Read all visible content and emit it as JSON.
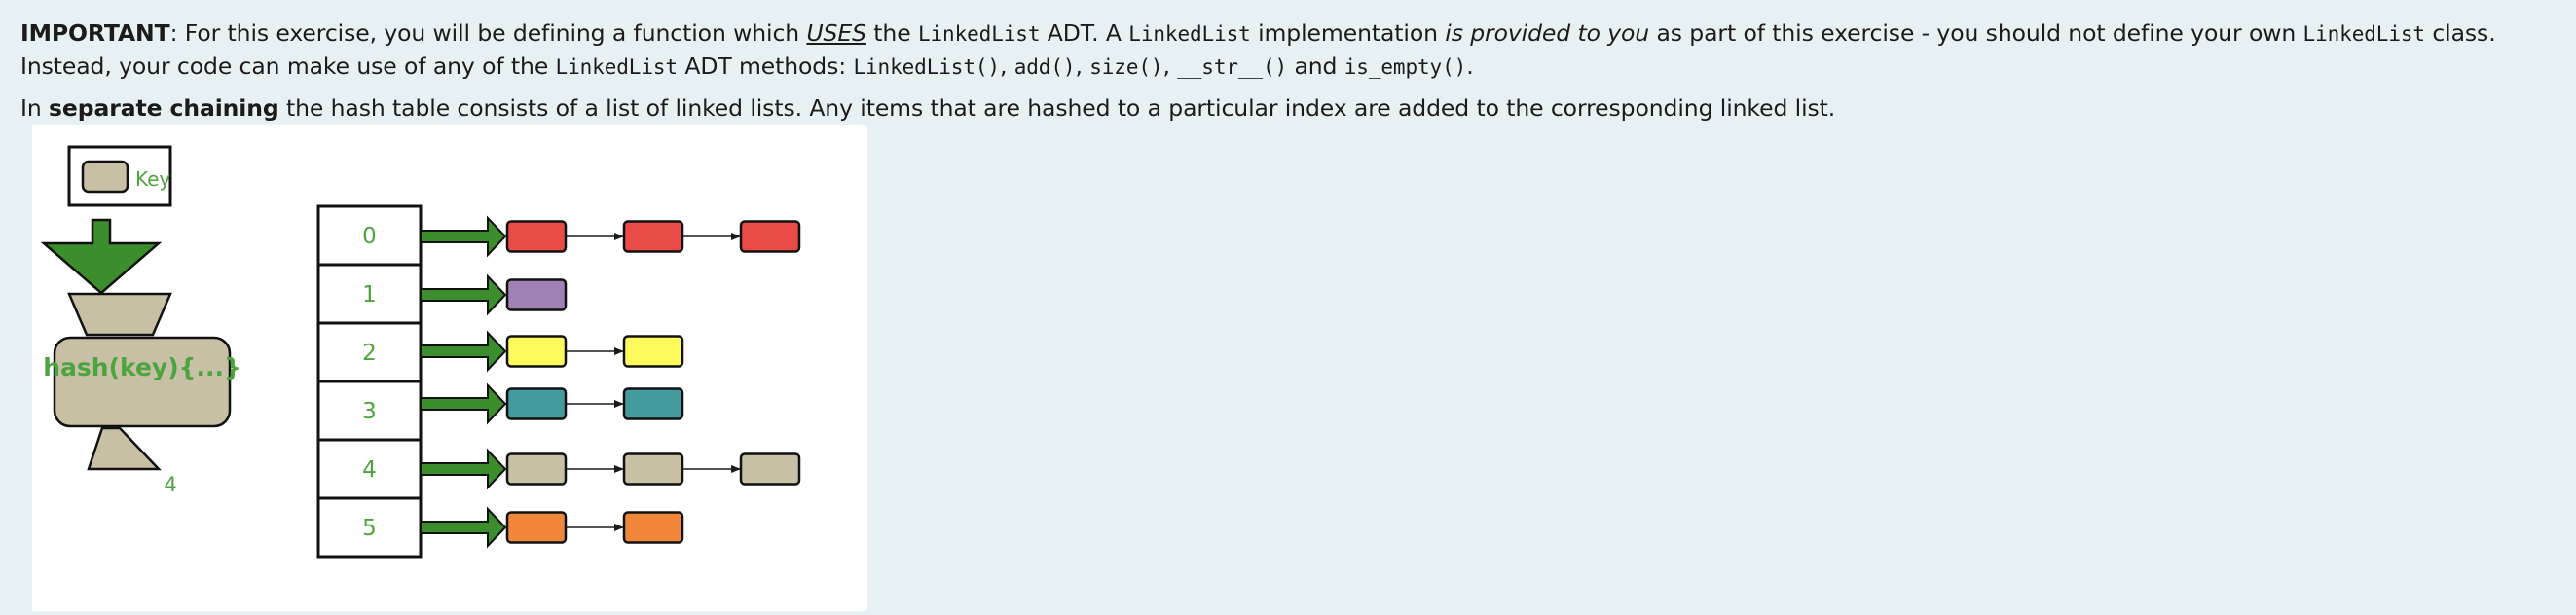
{
  "intro": {
    "important_label": "IMPORTANT",
    "t1": ": For this exercise, you will be defining a function which ",
    "uses": "USES",
    "t2": " the ",
    "ll1": "LinkedList",
    "t3": " ADT.  A ",
    "ll2": "LinkedList",
    "t4": " implementation ",
    "provided": "is provided to you",
    "t5": " as part of this exercise - you should not define your own ",
    "ll3": "LinkedList",
    "t6": " class. Instead, your code can make use of any of the ",
    "ll4": "LinkedList",
    "t7": " ADT methods: ",
    "m1": "LinkedList()",
    "c1": ", ",
    "m2": "add()",
    "c2": ", ",
    "m3": "size()",
    "c3": ", ",
    "m4": "__str__()",
    "c4": " and ",
    "m5": "is_empty()",
    "t8": "."
  },
  "chaining": {
    "t1": "In ",
    "bold": "separate chaining",
    "t2": " the hash table consists of a list of linked lists. Any items that are hashed to a particular index are added to the corresponding linked list."
  },
  "diagram": {
    "key_label": "Key",
    "hash_label": "hash(key){...}",
    "hash_output": "4",
    "indices": [
      "0",
      "1",
      "2",
      "3",
      "4",
      "5"
    ],
    "chains": [
      [
        "#e94b47",
        "#e94b47",
        "#e94b47"
      ],
      [
        "#a082b6"
      ],
      [
        "#fdfa5b",
        "#fdfa5b"
      ],
      [
        "#449a9c",
        "#449a9c"
      ],
      [
        "#c7c0a5",
        "#c7c0a5",
        "#c7c0a5"
      ],
      [
        "#f1873b",
        "#f1873b"
      ]
    ],
    "colors": {
      "accent_green": "#3c8d2b",
      "label_green": "#4da43e",
      "key_fill": "#c7c0a5"
    }
  }
}
